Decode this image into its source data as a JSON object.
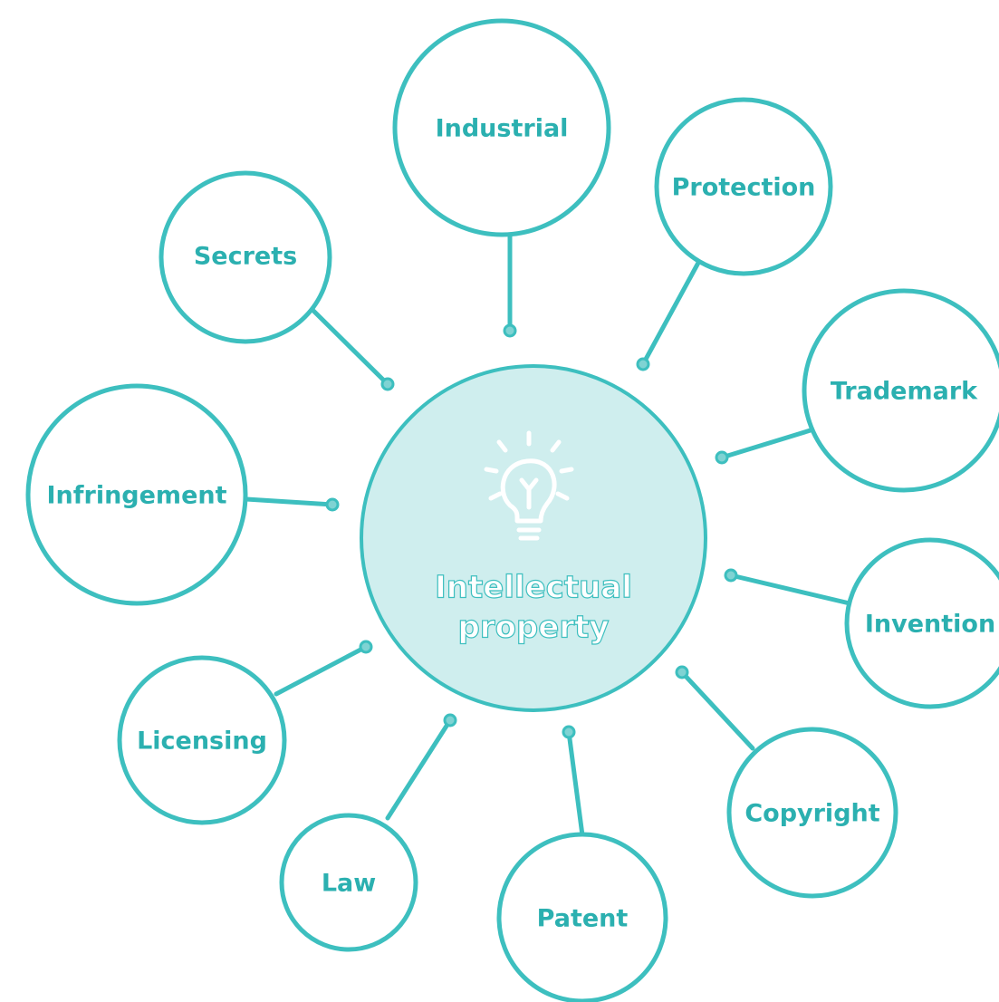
{
  "colors": {
    "accent": "#3dbfbf",
    "hub_fill": "#cfeeee",
    "hub_text": "#ffffff",
    "background": "#ffffff"
  },
  "hub": {
    "title_line1": "Intellectual",
    "title_line2": "property",
    "icon": "lightbulb-icon"
  },
  "nodes": [
    {
      "id": "industrial",
      "label": "Industrial"
    },
    {
      "id": "protection",
      "label": "Protection"
    },
    {
      "id": "secrets",
      "label": "Secrets"
    },
    {
      "id": "trademark",
      "label": "Trademark"
    },
    {
      "id": "infringement",
      "label": "Infringement"
    },
    {
      "id": "invention",
      "label": "Invention"
    },
    {
      "id": "licensing",
      "label": "Licensing"
    },
    {
      "id": "copyright",
      "label": "Copyright"
    },
    {
      "id": "law",
      "label": "Law"
    },
    {
      "id": "patent",
      "label": "Patent"
    }
  ]
}
